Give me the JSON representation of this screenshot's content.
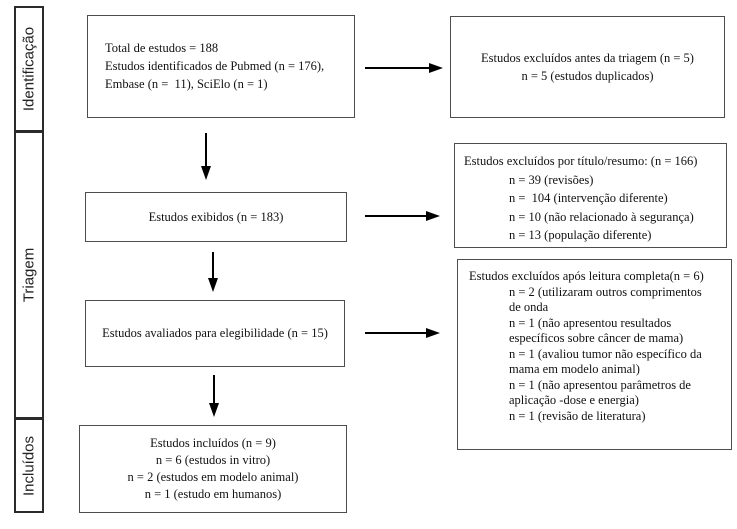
{
  "colors": {
    "background": "#ffffff",
    "box_border": "#4d4d4d",
    "stage_border": "#2b2b2b",
    "text": "#111111",
    "arrow": "#000000"
  },
  "sidebar": {
    "stages": [
      {
        "label": "Identificação"
      },
      {
        "label": "Triagem"
      },
      {
        "label": "Incluídos"
      }
    ]
  },
  "flow_boxes": {
    "identification": {
      "text": "Total de estudos = 188\nEstudos identificados de Pubmed (n = 176),\nEmbase (n =  11), SciElo (n = 1)"
    },
    "screening": {
      "text": "Estudos exibidos (n = 183)"
    },
    "eligibility": {
      "text": "Estudos avaliados para elegibilidade (n = 15)"
    },
    "included": {
      "text": "Estudos incluídos (n = 9)\nn = 6 (estudos in vitro)\nn = 2 (estudos em modelo animal)\nn = 1 (estudo em humanos)"
    }
  },
  "exclusion_boxes": {
    "before_screening": {
      "text": "Estudos excluídos antes da triagem (n = 5)\nn = 5 (estudos duplicados)"
    },
    "title_abstract": {
      "title": "Estudos excluídos por título/resumo: (n = 166)",
      "items": [
        "n = 39 (revisões)",
        "n =  104 (intervenção diferente)",
        "n = 10 (não relacionado à segurança)",
        "n = 13 (população diferente)"
      ]
    },
    "full_text": {
      "title": "Estudos excluídos após leitura completa(n = 6)",
      "items": [
        "n = 2 (utilizaram outros comprimentos\nde onda",
        "n = 1 (não apresentou resultados\nespecíficos sobre câncer de mama)",
        "n = 1 (avaliou tumor não específico da\nmama em modelo animal)",
        "n = 1 (não apresentou parâmetros de\naplicação -dose e energia)",
        "n = 1 (revisão de literatura)"
      ]
    }
  }
}
